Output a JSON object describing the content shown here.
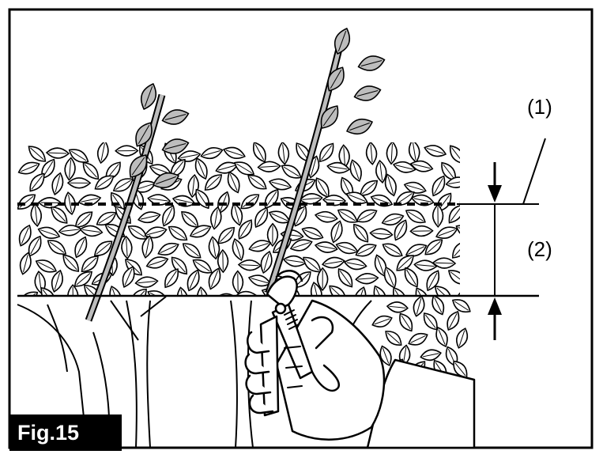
{
  "figure": {
    "label": "Fig.15",
    "callouts": [
      {
        "id": "1",
        "text": "(1)"
      },
      {
        "id": "2",
        "text": "(2)"
      }
    ]
  },
  "colors": {
    "ink": "#000000",
    "leaf_fill": "#bdbdbd",
    "paper": "#ffffff"
  }
}
